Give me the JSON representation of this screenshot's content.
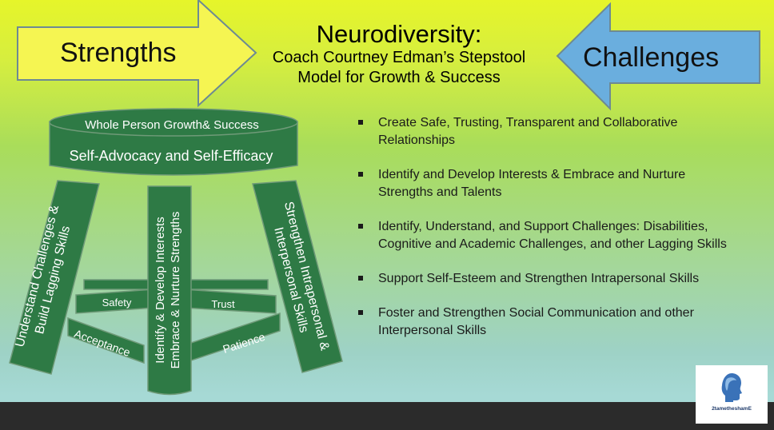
{
  "colors": {
    "stool": "#2e7a45",
    "strengths_arrow": "#f5f552",
    "challenges_arrow": "#6aaede"
  },
  "arrows": {
    "strengths": "Strengths",
    "challenges": "Challenges"
  },
  "title": {
    "main": "Neurodiversity:",
    "sub1": "Coach Courtney Edman’s Stepstool",
    "sub2": "Model for Growth & Success"
  },
  "stool": {
    "seat_top": "Whole Person Growth& Success",
    "seat_front": "Self-Advocacy and Self-Efficacy",
    "leg_left_line1": "Understand Challenges &",
    "leg_left_line2": "Build Lagging Skills",
    "leg_center_line1": "Identify & Develop Interests",
    "leg_center_line2": "Embrace & Nurture Strengths",
    "leg_right_line1": "Strengthen Intrapersonal &",
    "leg_right_line2": "Interpersonal Skills",
    "rung_safety": "Safety",
    "rung_trust": "Trust",
    "rung_acceptance": "Acceptance",
    "rung_patience": "Patience"
  },
  "bullets": [
    "Create Safe, Trusting, Transparent and Collaborative Relationships",
    "Identify and Develop Interests & Embrace and  Nurture Strengths and Talents",
    "Identify, Understand, and Support Challenges: Disabilities, Cognitive and Academic Challenges, and other Lagging Skills",
    "Support Self-Esteem and Strengthen Intrapersonal Skills",
    "Foster and Strengthen Social Communication and other Interpersonal Skills"
  ],
  "logo": {
    "icon": "head-profile-icon",
    "text": "2tametheshamE"
  }
}
